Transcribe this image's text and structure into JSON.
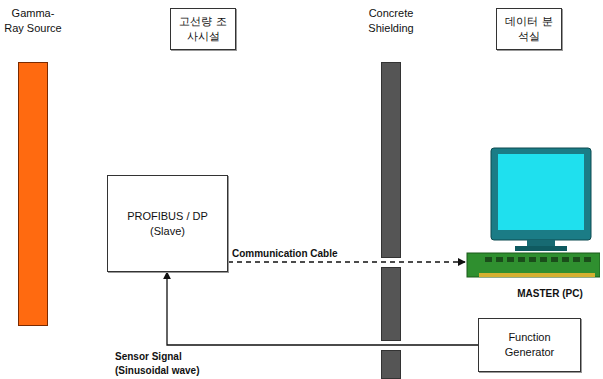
{
  "diagram": {
    "nodes": [
      {
        "text": [
          "Gamma-Ray Source"
        ]
      },
      {
        "text": [
          "고선량 조사시설"
        ]
      },
      {
        "text": [
          "Concrete Shielding"
        ]
      },
      {
        "text": [
          "데이터 분석실"
        ]
      },
      {
        "text": [
          "PROFIBUS / DP (Slave)"
        ]
      },
      {
        "text": [
          "MASTER (PC)"
        ]
      },
      {
        "text": [
          "Function Generator"
        ]
      }
    ],
    "edges": [
      {
        "from": 4,
        "to": 5,
        "label": "Communication Cable",
        "arrow": "to"
      },
      {
        "from": 6,
        "to": 4,
        "label": "Sensor Signal (Sinusoidal wave)",
        "arrow": "to"
      }
    ]
  }
}
